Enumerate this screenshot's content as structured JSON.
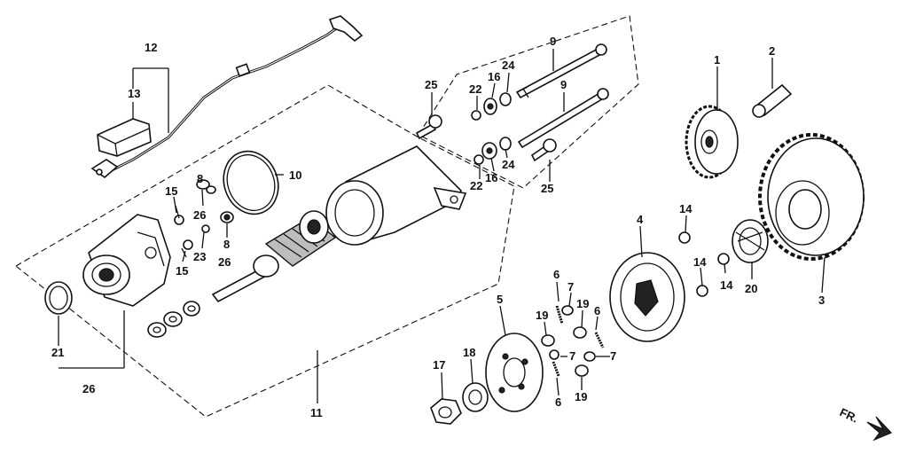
{
  "diagram": {
    "labels": [
      {
        "id": "l12",
        "text": "12"
      },
      {
        "id": "l13",
        "text": "13"
      },
      {
        "id": "l10",
        "text": "10"
      },
      {
        "id": "l15a",
        "text": "15"
      },
      {
        "id": "l8a",
        "text": "8"
      },
      {
        "id": "l26a",
        "text": "26"
      },
      {
        "id": "l23",
        "text": "23"
      },
      {
        "id": "l8b",
        "text": "8"
      },
      {
        "id": "l26b",
        "text": "26"
      },
      {
        "id": "l15b",
        "text": "15"
      },
      {
        "id": "l21",
        "text": "21"
      },
      {
        "id": "l26c",
        "text": "26"
      },
      {
        "id": "l11",
        "text": "11"
      },
      {
        "id": "l25a",
        "text": "25"
      },
      {
        "id": "l22a",
        "text": "22"
      },
      {
        "id": "l16a",
        "text": "16"
      },
      {
        "id": "l24a",
        "text": "24"
      },
      {
        "id": "l9a",
        "text": "9"
      },
      {
        "id": "l9b",
        "text": "9"
      },
      {
        "id": "l22b",
        "text": "22"
      },
      {
        "id": "l16b",
        "text": "16"
      },
      {
        "id": "l24b",
        "text": "24"
      },
      {
        "id": "l25b",
        "text": "25"
      },
      {
        "id": "l1",
        "text": "1"
      },
      {
        "id": "l2",
        "text": "2"
      },
      {
        "id": "l3",
        "text": "3"
      },
      {
        "id": "l4",
        "text": "4"
      },
      {
        "id": "l14a",
        "text": "14"
      },
      {
        "id": "l14b",
        "text": "14"
      },
      {
        "id": "l14c",
        "text": "14"
      },
      {
        "id": "l20",
        "text": "20"
      },
      {
        "id": "l5",
        "text": "5"
      },
      {
        "id": "l6a",
        "text": "6"
      },
      {
        "id": "l7a",
        "text": "7"
      },
      {
        "id": "l19a",
        "text": "19"
      },
      {
        "id": "l19b",
        "text": "19"
      },
      {
        "id": "l6b",
        "text": "6"
      },
      {
        "id": "l7b",
        "text": "7"
      },
      {
        "id": "l7c",
        "text": "7"
      },
      {
        "id": "l6c",
        "text": "6"
      },
      {
        "id": "l19c",
        "text": "19"
      },
      {
        "id": "l17",
        "text": "17"
      },
      {
        "id": "l18",
        "text": "18"
      },
      {
        "id": "lfr",
        "text": "FR."
      }
    ]
  }
}
